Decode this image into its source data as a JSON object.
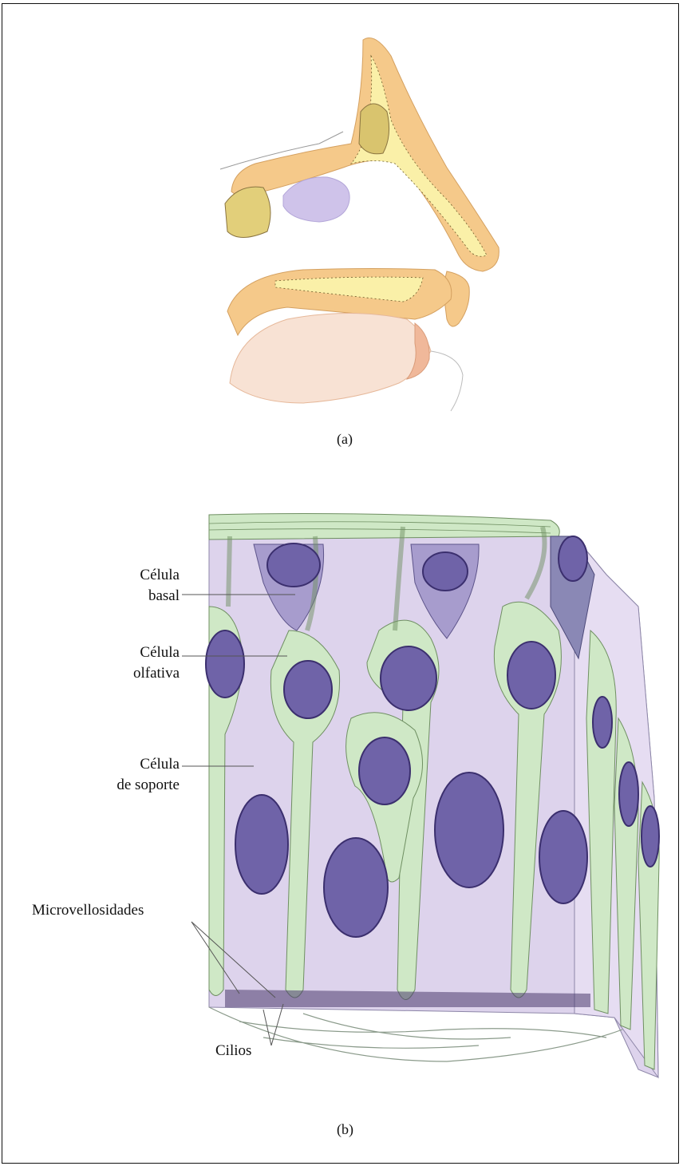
{
  "panel_a": {
    "caption": "(a)"
  },
  "panel_b": {
    "caption": "(b)",
    "labels": {
      "basal_line1": "Célula",
      "basal_line2": "basal",
      "olfativa_line1": "Célula",
      "olfativa_line2": "olfativa",
      "soporte_line1": "Célula",
      "soporte_line2": "de soporte",
      "microvellosidades": "Microvellosidades",
      "cilios": "Cilios"
    }
  },
  "colors": {
    "bone": "#f5c98a",
    "bone_light": "#faf0a8",
    "tissue": "#f2d9c9",
    "mucosa": "#cfc3ea",
    "epithelium": "#ddd3ec",
    "cell_green": "#cfe8c6",
    "nucleus": "#6f63a8",
    "nucleus_dark": "#3b2f6e",
    "basal_cell": "#a79ccd"
  }
}
